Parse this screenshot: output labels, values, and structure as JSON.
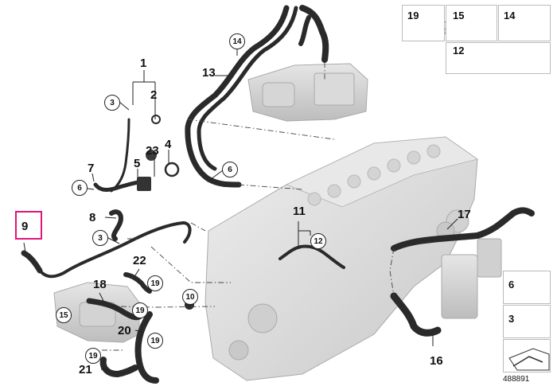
{
  "diagram": {
    "reference_number": "488891",
    "selected_part": "9",
    "callouts": [
      "1",
      "2",
      "3",
      "4",
      "5",
      "6",
      "7",
      "8",
      "9",
      "10",
      "11",
      "12",
      "13",
      "14",
      "15",
      "16",
      "17",
      "18",
      "19",
      "20",
      "21",
      "22",
      "23"
    ]
  },
  "legend_top": [
    {
      "number": "19",
      "icon": "hose-clamp-icon"
    },
    {
      "number": "15",
      "icon": "hex-bolt-icon"
    },
    {
      "number": "14",
      "icon": "screw-icon"
    },
    {
      "number": "12",
      "icon": "cable-tie-icon"
    }
  ],
  "legend_right": [
    {
      "number": "6",
      "icon": "spring-clip-icon"
    },
    {
      "number": "3",
      "icon": "bolt-icon"
    }
  ],
  "colors": {
    "selection": "#e0147a",
    "hose": "#2a2a2a",
    "engine": "#dcdcdc"
  }
}
